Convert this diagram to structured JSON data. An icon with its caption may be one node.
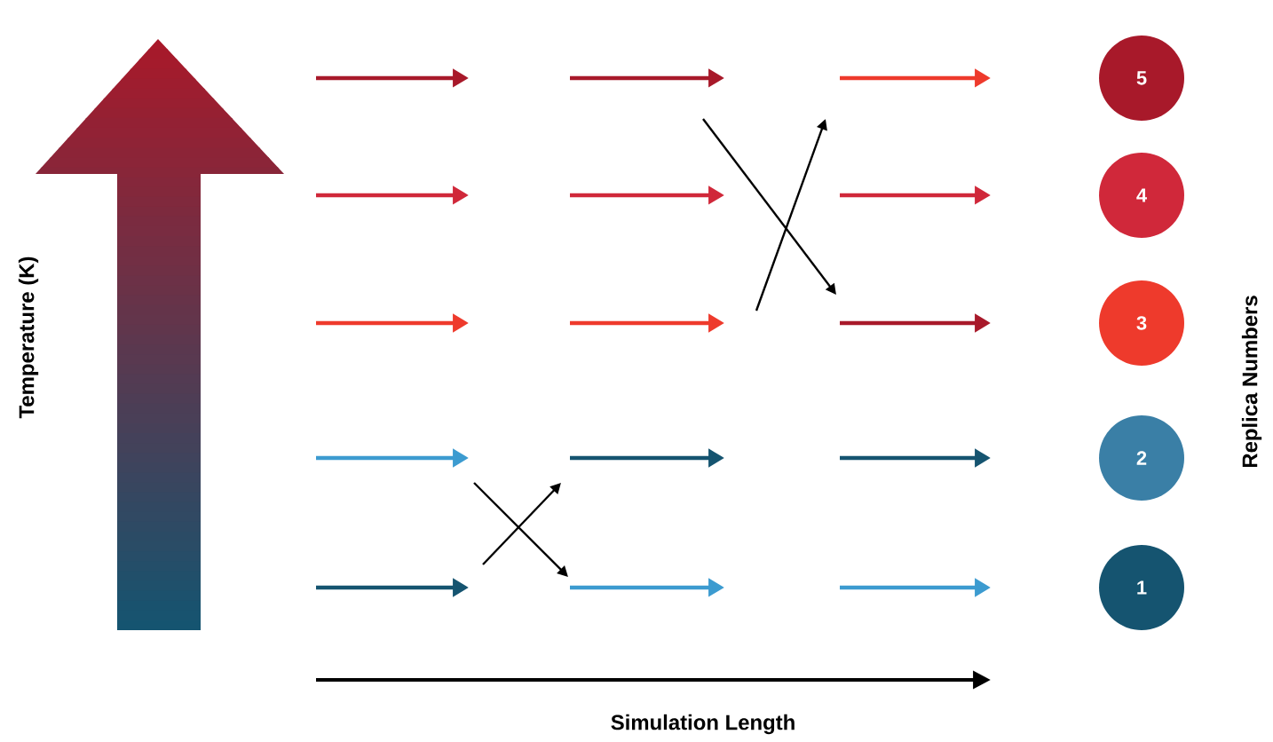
{
  "diagram": {
    "nodes": [
      {
        "text": [
          "5"
        ]
      },
      {
        "text": [
          "4"
        ]
      },
      {
        "text": [
          "3"
        ]
      },
      {
        "text": [
          "2"
        ]
      },
      {
        "text": [
          "1"
        ]
      }
    ],
    "labels": [
      "Temperature (K)",
      "Replica Numbers",
      "Simulation Length"
    ]
  }
}
